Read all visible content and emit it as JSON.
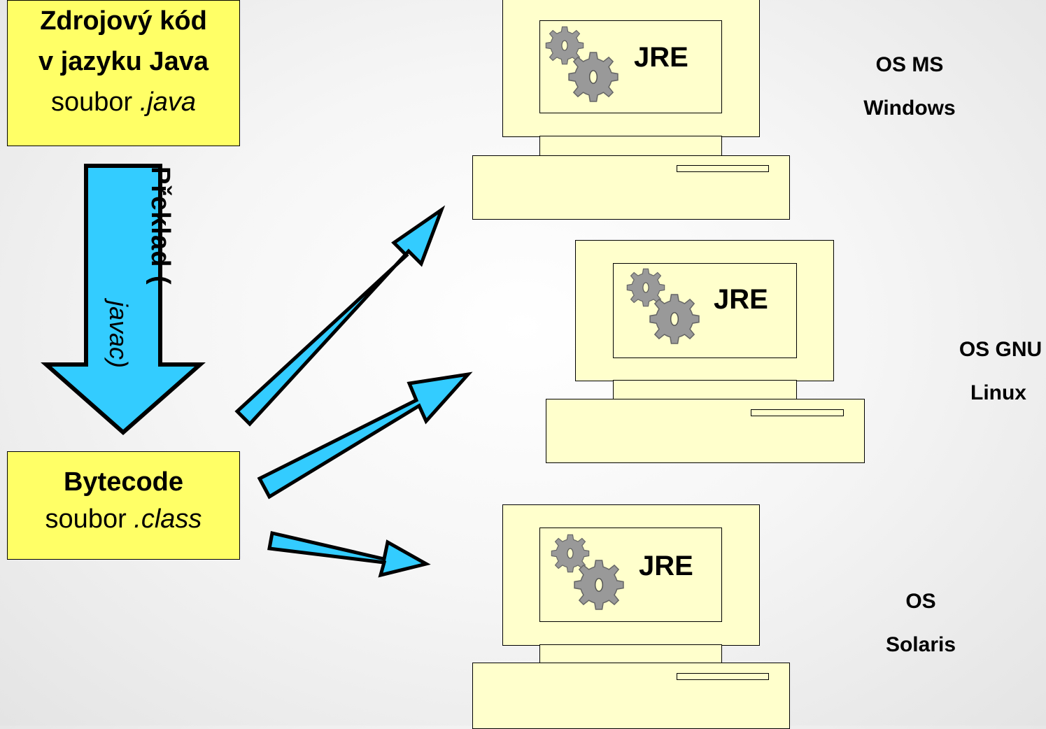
{
  "source": {
    "line1": "Zdrojový kód",
    "line2": "v jazyku Java",
    "line3_prefix": "soubor ",
    "line3_ext": ".java"
  },
  "compile": {
    "verb": "Překlad (",
    "tool": "javac)"
  },
  "bytecode": {
    "title": "Bytecode",
    "file_prefix": "soubor ",
    "file_ext": ".class"
  },
  "computers": [
    {
      "runtime": "JRE",
      "os_line1": "OS MS",
      "os_line2": "Windows"
    },
    {
      "runtime": "JRE",
      "os_line1": "OS GNU",
      "os_line2": "Linux"
    },
    {
      "runtime": "JRE",
      "os_line1": "OS",
      "os_line2": "Solaris"
    }
  ],
  "colors": {
    "box_fill": "#ffff66",
    "arrow_fill": "#33ccff",
    "computer_fill": "#ffffcc",
    "gear_fill": "#999999"
  },
  "icons": [
    "gears-icon",
    "computer-icon",
    "arrow-icon"
  ]
}
